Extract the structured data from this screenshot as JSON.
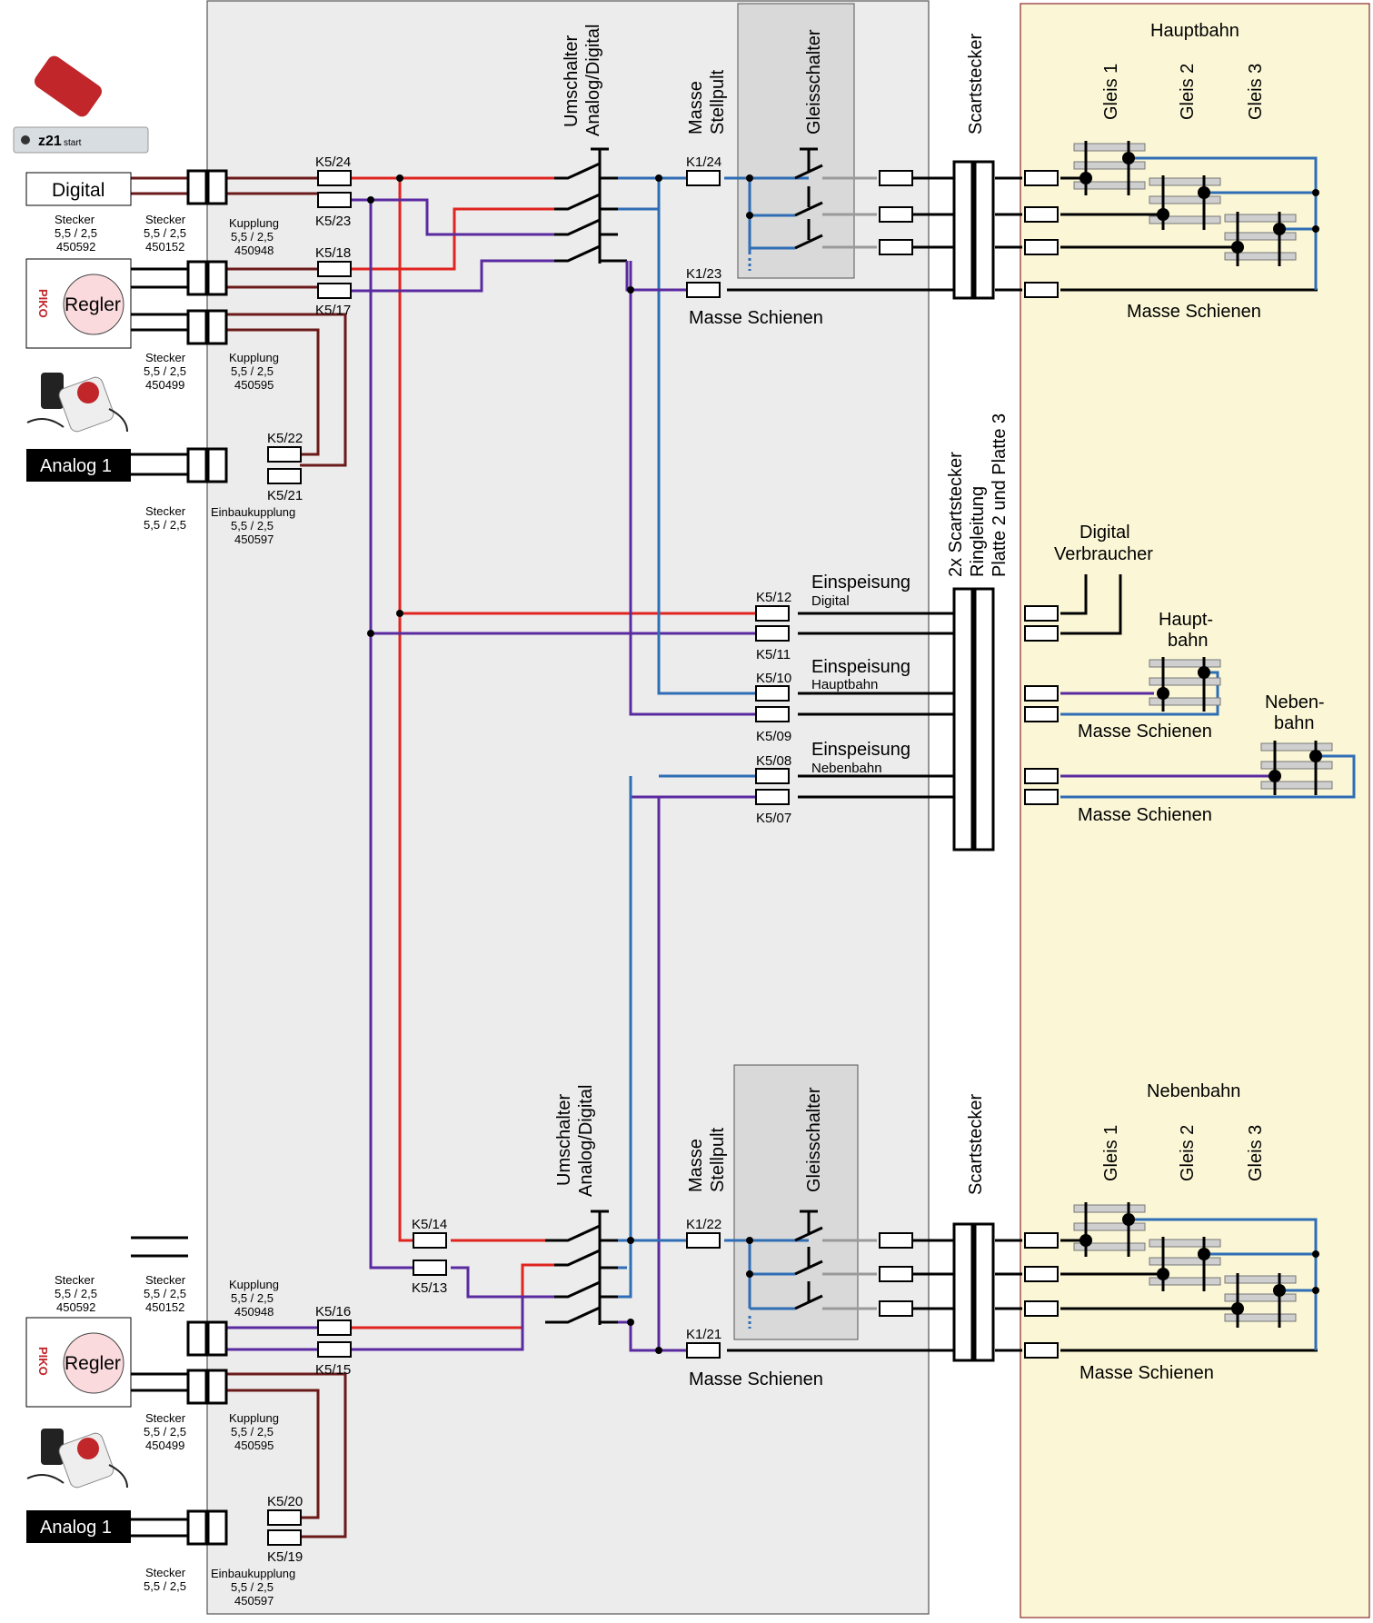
{
  "colors": {
    "red": "#e0241f",
    "purple": "#5a2aa0",
    "blue": "#2f6db5",
    "brown": "#6b1a1a",
    "gray": "#9a9a9a",
    "black": "#000000",
    "panel": "#ececec",
    "yellow": "#fbf7d6",
    "switch_box": "#d9d9d9"
  },
  "devices": {
    "z21_label": "z21",
    "z21_sub": "start",
    "digital_label": "Digital",
    "regler_label": "Regler",
    "piko_label": "PIKO",
    "analog_label": "Analog 1"
  },
  "top": {
    "stecker1": [
      "Stecker",
      "5,5 / 2,5",
      "450592"
    ],
    "stecker2": [
      "Stecker",
      "5,5 / 2,5",
      "450152"
    ],
    "kupplung1": [
      "Kupplung",
      "5,5 / 2,5",
      "450948"
    ],
    "stecker3": [
      "Stecker",
      "5,5 / 2,5",
      "450499"
    ],
    "kupplung2": [
      "Kupplung",
      "5,5 / 2,5",
      "450595"
    ],
    "stecker4": [
      "Stecker",
      "5,5 / 2,5"
    ],
    "einbau": [
      "Einbaukupplung",
      "5,5 / 2,5",
      "450597"
    ],
    "terminals": [
      "K5/24",
      "K5/23",
      "K5/18",
      "K5/17",
      "K5/22",
      "K5/21",
      "K1/24",
      "K1/23"
    ],
    "umschalter": [
      "Umschalter",
      "Analog/Digital"
    ],
    "masse_stellpult": [
      "Masse",
      "Stellpult"
    ],
    "gleisschalter": "Gleisschalter",
    "masse_schienen": "Masse Schienen",
    "scartstecker": "Scartstecker"
  },
  "middle": {
    "terminals": [
      "K5/12",
      "K5/11",
      "K5/10",
      "K5/09",
      "K5/08",
      "K5/07"
    ],
    "einspeisung": "Einspeisung",
    "einspeisung_sub": [
      "Digital",
      "Hauptbahn",
      "Nebenbahn"
    ],
    "scart": [
      "2x Scartstecker",
      "Ringleitung",
      "Platte 2 und Platte 3"
    ]
  },
  "right": {
    "hauptbahn": "Hauptbahn",
    "nebenbahn": "Nebenbahn",
    "gleis": [
      "Gleis 1",
      "Gleis 2",
      "Gleis 3"
    ],
    "masse_schienen": "Masse Schienen",
    "digital_verbraucher": [
      "Digital",
      "Verbraucher"
    ],
    "haupt_bahn": [
      "Haupt-",
      "bahn"
    ],
    "neben_bahn": [
      "Neben-",
      "bahn"
    ]
  },
  "bottom": {
    "stecker1": [
      "Stecker",
      "5,5 / 2,5",
      "450592"
    ],
    "stecker2": [
      "Stecker",
      "5,5 / 2,5",
      "450152"
    ],
    "kupplung1": [
      "Kupplung",
      "5,5 / 2,5",
      "450948"
    ],
    "stecker3": [
      "Stecker",
      "5,5 / 2,5",
      "450499"
    ],
    "kupplung2": [
      "Kupplung",
      "5,5 / 2,5",
      "450595"
    ],
    "stecker4": [
      "Stecker",
      "5,5 / 2,5"
    ],
    "einbau": [
      "Einbaukupplung",
      "5,5 / 2,5",
      "450597"
    ],
    "terminals": [
      "K5/14",
      "K5/13",
      "K5/16",
      "K5/15",
      "K5/20",
      "K5/19",
      "K1/22",
      "K1/21"
    ],
    "umschalter": [
      "Umschalter",
      "Analog/Digital"
    ],
    "masse_stellpult": [
      "Masse",
      "Stellpult"
    ],
    "gleisschalter": "Gleisschalter",
    "masse_schienen": "Masse Schienen",
    "scartstecker": "Scartstecker"
  }
}
